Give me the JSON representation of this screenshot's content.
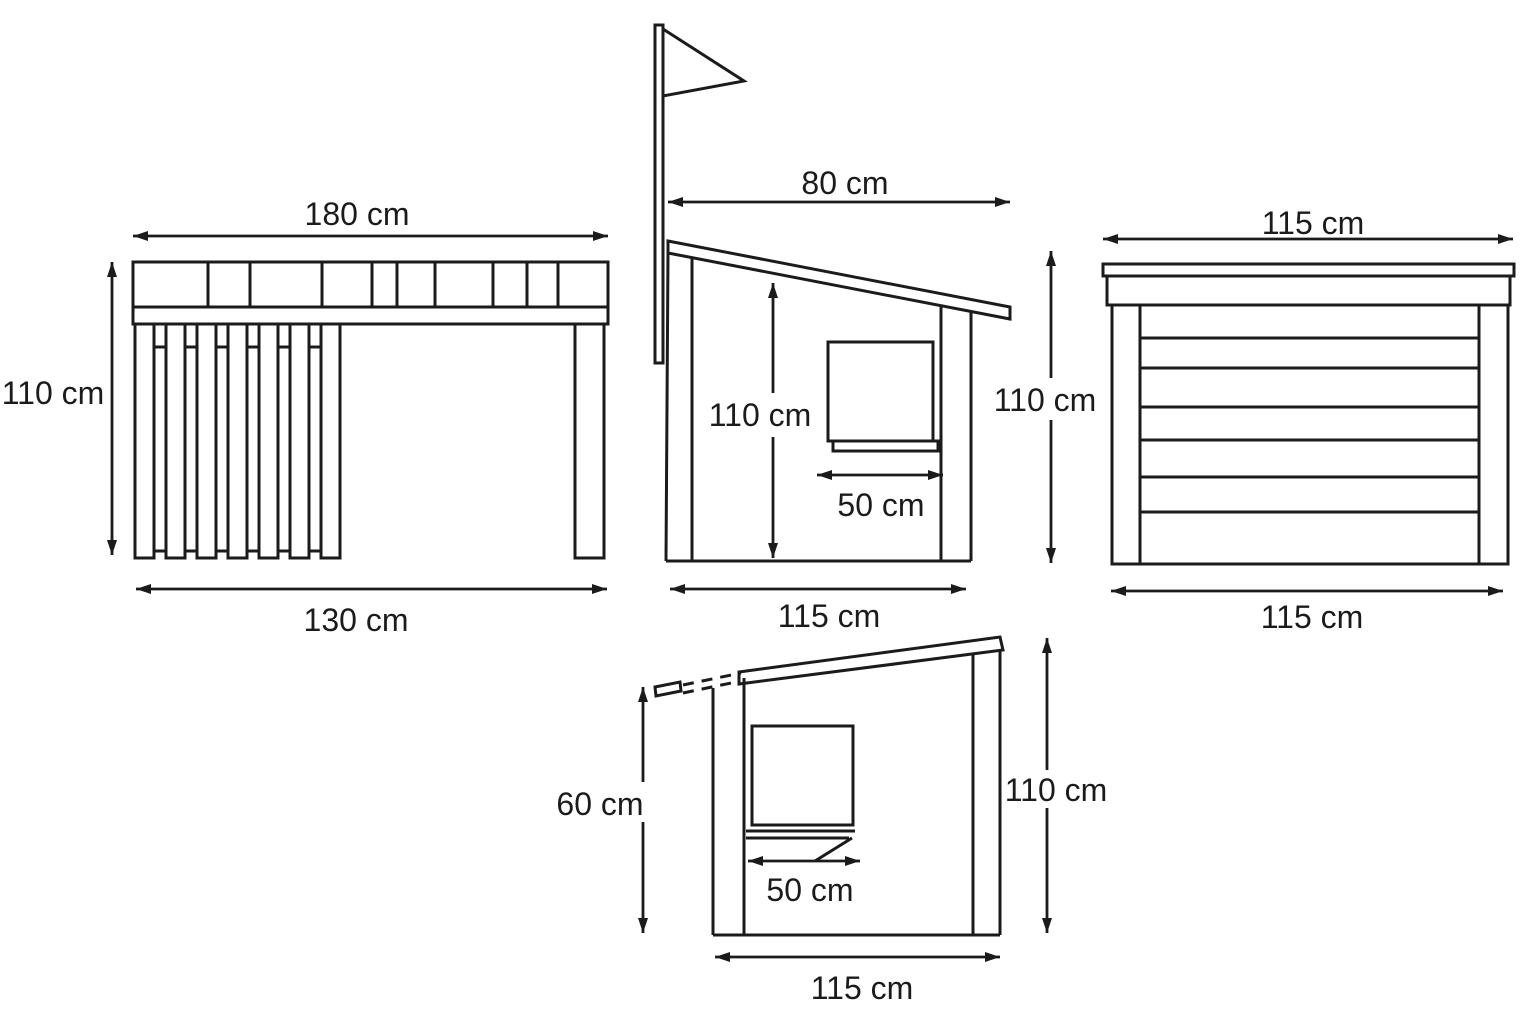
{
  "diagram": {
    "description": "Playhouse dimensional drawing with four orthographic views",
    "line_color": "#1b1b1b",
    "background_color": "#ffffff",
    "front_view": {
      "label_top_width": "180 cm",
      "label_height": "110 cm",
      "label_bottom_width": "130 cm"
    },
    "flag_side_view": {
      "label_roof_overhang": "80 cm",
      "label_inner_height": "110 cm",
      "label_overall_height": "110 cm",
      "label_window_width": "50 cm",
      "label_width": "115 cm"
    },
    "back_view": {
      "label_top_width": "115 cm",
      "label_bottom_width": "115 cm"
    },
    "window_side_view": {
      "label_front_height": "60 cm",
      "label_overall_height": "110 cm",
      "label_window_width": "50 cm",
      "label_width": "115 cm"
    }
  }
}
